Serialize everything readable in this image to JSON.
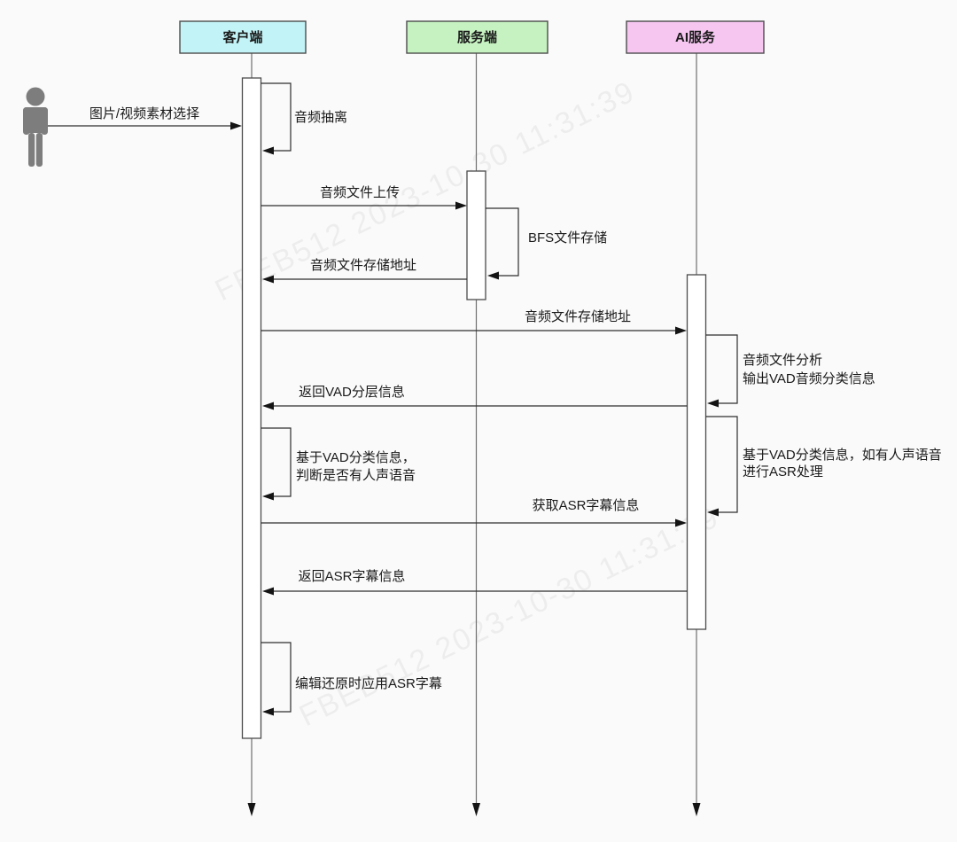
{
  "diagram": {
    "type": "sequence-diagram",
    "background_color": "#fafafa",
    "line_color": "#2d2d2d",
    "watermark": {
      "text": "FBEB512 2023-10-30 11:31:39"
    },
    "participants": [
      {
        "id": "client",
        "label": "客户端",
        "color": "#c2f3f6"
      },
      {
        "id": "server",
        "label": "服务端",
        "color": "#c5f2c0"
      },
      {
        "id": "ai",
        "label": "AI服务",
        "color": "#f6c6f1"
      }
    ],
    "actor": {
      "id": "user",
      "icon": "person-icon"
    },
    "messages": [
      {
        "from": "user",
        "to": "客户端",
        "label": "图片/视频素材选择"
      },
      {
        "self": "客户端",
        "label": "音频抽离"
      },
      {
        "from": "客户端",
        "to": "服务端",
        "label": "音频文件上传"
      },
      {
        "self": "服务端",
        "label": "BFS文件存储"
      },
      {
        "from": "服务端",
        "to": "客户端",
        "label": "音频文件存储地址"
      },
      {
        "from": "客户端",
        "to": "AI服务",
        "label": "音频文件存储地址"
      },
      {
        "self": "AI服务",
        "lines": [
          "音频文件分析",
          "输出VAD音频分类信息"
        ]
      },
      {
        "from": "AI服务",
        "to": "客户端",
        "label": "返回VAD分层信息"
      },
      {
        "self": "客户端",
        "lines": [
          "基于VAD分类信息，",
          "判断是否有人声语音"
        ]
      },
      {
        "self": "AI服务",
        "lines": [
          "基于VAD分类信息，如有人声语音",
          "进行ASR处理"
        ]
      },
      {
        "from": "客户端",
        "to": "AI服务",
        "label": "获取ASR字幕信息"
      },
      {
        "from": "AI服务",
        "to": "客户端",
        "label": "返回ASR字幕信息"
      },
      {
        "self": "客户端",
        "label": "编辑还原时应用ASR字幕"
      }
    ]
  }
}
